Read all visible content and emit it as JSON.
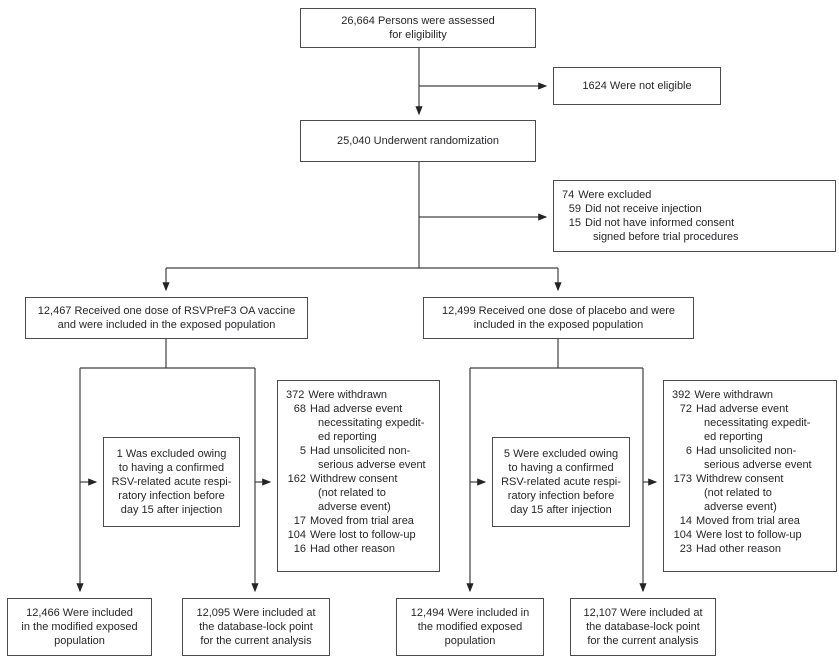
{
  "palette": {
    "box_border": "#4b4c50",
    "line": "#3f4043",
    "arrow": "#242426",
    "text": "#27272a",
    "background": "#ffffff"
  },
  "flow": {
    "assessed": {
      "text": "26,664 Persons were assessed\nfor eligibility"
    },
    "not_eligible": {
      "text": "1624 Were not eligible"
    },
    "randomized": {
      "text": "25,040 Underwent randomization"
    },
    "excluded74": {
      "num": "74",
      "label": "Were excluded",
      "items": [
        {
          "num": "59",
          "text": "Did not receive injection"
        },
        {
          "num": "15",
          "text": "Did not have informed consent\nsigned before trial procedures"
        }
      ]
    },
    "vaccine_arm": {
      "text": "12,467 Received one dose of RSVPreF3 OA vaccine\nand were included in the exposed population"
    },
    "placebo_arm": {
      "text": "12,499 Received one dose of placebo and were\nincluded in the exposed population"
    },
    "vaccine_excluded": {
      "text": "1 Was excluded owing\nto having a confirmed\nRSV-related acute respi-\nratory infection before\nday 15 after injection"
    },
    "placebo_excluded": {
      "text": "5 Were excluded owing\nto having a confirmed\nRSV-related acute respi-\nratory infection before\nday 15 after injection"
    },
    "vaccine_withdrawn": {
      "num": "372",
      "label": "Were withdrawn",
      "items": [
        {
          "num": "68",
          "text": "Had adverse event\nnecessitating expedit-\ned reporting"
        },
        {
          "num": "5",
          "text": "Had unsolicited non-\nserious adverse event"
        },
        {
          "num": "162",
          "text": "Withdrew consent\n(not related to\nadverse event)"
        },
        {
          "num": "17",
          "text": "Moved from trial area"
        },
        {
          "num": "104",
          "text": "Were lost to follow-up"
        },
        {
          "num": "16",
          "text": "Had other reason"
        }
      ]
    },
    "placebo_withdrawn": {
      "num": "392",
      "label": "Were withdrawn",
      "items": [
        {
          "num": "72",
          "text": "Had adverse event\nnecessitating expedit-\ned reporting"
        },
        {
          "num": "6",
          "text": "Had unsolicited non-\nserious adverse event"
        },
        {
          "num": "173",
          "text": "Withdrew consent\n(not related to\nadverse event)"
        },
        {
          "num": "14",
          "text": "Moved from trial area"
        },
        {
          "num": "104",
          "text": "Were lost to follow-up"
        },
        {
          "num": "23",
          "text": "Had other reason"
        }
      ]
    },
    "vaccine_modified": {
      "text": "12,466 Were included\nin the modified exposed\npopulation"
    },
    "vaccine_dblock": {
      "text": "12,095 Were included at\nthe database-lock point\nfor the current analysis"
    },
    "placebo_modified": {
      "text": "12,494 Were included in\nthe modified exposed\npopulation"
    },
    "placebo_dblock": {
      "text": "12,107 Were included at\nthe database-lock point\nfor the current analysis"
    }
  }
}
